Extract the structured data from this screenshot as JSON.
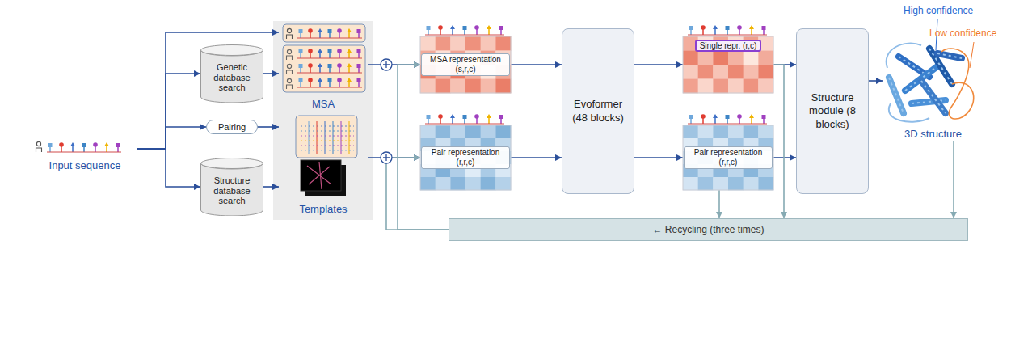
{
  "diagram": {
    "nodes": [
      {
        "text": [
          "Input sequence"
        ]
      },
      {
        "text": [
          "Genetic database search"
        ]
      },
      {
        "text": [
          "Pairing"
        ]
      },
      {
        "text": [
          "Structure database search"
        ]
      },
      {
        "text": [
          "MSA"
        ]
      },
      {
        "text": [
          "Templates"
        ]
      },
      {
        "text": [
          "MSA representation (s,r,c)"
        ]
      },
      {
        "text": [
          "Pair representation (r,r,c)"
        ]
      },
      {
        "text": [
          "Evoformer (48 blocks)"
        ]
      },
      {
        "text": [
          "Single repr. (r,c)"
        ]
      },
      {
        "text": [
          "Pair representation (r,r,c)"
        ]
      },
      {
        "text": [
          "Structure module (8 blocks)"
        ]
      },
      {
        "text": [
          "3D structure"
        ]
      },
      {
        "text": [
          "← Recycling (three times)"
        ]
      }
    ],
    "edges": [
      {
        "from": 0,
        "to": 4,
        "arrow": "to"
      },
      {
        "from": 0,
        "to": 1,
        "arrow": "to"
      },
      {
        "from": 0,
        "to": 2,
        "arrow": "to"
      },
      {
        "from": 0,
        "to": 3,
        "arrow": "to"
      },
      {
        "from": 1,
        "to": 4,
        "arrow": "to"
      },
      {
        "from": 2,
        "to": 5,
        "arrow": "to"
      },
      {
        "from": 3,
        "to": 5,
        "arrow": "to"
      },
      {
        "from": 4,
        "to": 6,
        "arrow": "to"
      },
      {
        "from": 5,
        "to": 7,
        "arrow": "to"
      },
      {
        "from": 6,
        "to": 8,
        "arrow": "to"
      },
      {
        "from": 7,
        "to": 8,
        "arrow": "to"
      },
      {
        "from": 8,
        "to": 9,
        "arrow": "to"
      },
      {
        "from": 8,
        "to": 10,
        "arrow": "to"
      },
      {
        "from": 9,
        "to": 11,
        "arrow": "to"
      },
      {
        "from": 10,
        "to": 11,
        "arrow": "to"
      },
      {
        "from": 11,
        "to": 12,
        "arrow": "to"
      },
      {
        "from": 10,
        "to": 13,
        "arrow": "to"
      },
      {
        "from": 9,
        "to": 13,
        "arrow": "to"
      },
      {
        "from": 12,
        "to": 13,
        "arrow": "to"
      },
      {
        "from": 13,
        "to": 6,
        "arrow": "to"
      },
      {
        "from": 13,
        "to": 7,
        "arrow": "to"
      }
    ],
    "labels": [
      "High confidence",
      "Low confidence"
    ]
  }
}
